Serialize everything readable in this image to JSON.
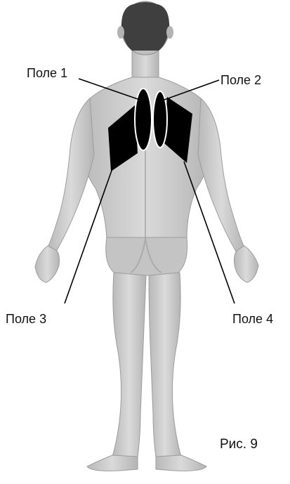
{
  "labels": {
    "field_1": "Поле 1",
    "field_2": "Поле 2",
    "field_3": "Поле 3",
    "field_4": "Поле 4"
  },
  "caption": "Рис. 9",
  "colors": {
    "body_fill": "#cfcfcf",
    "body_shade": "#a9a9a9",
    "hair": "#3f3f3f",
    "field_fill": "#000000",
    "leader_line": "#000000"
  }
}
